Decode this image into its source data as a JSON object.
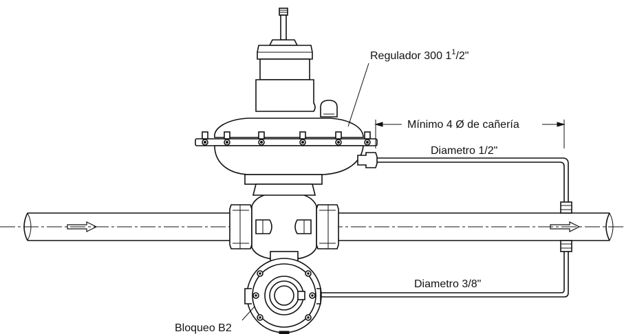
{
  "labels": {
    "regulator_main": "Regulador 300 1",
    "regulator_sup": "1",
    "regulator_tail": "/2\"",
    "distance": "Mínimo 4 Ø de cañería",
    "pipe_upper": "Diametro 1/2\"",
    "pipe_lower": "Diametro 3/8\"",
    "block": "Bloqueo B2"
  }
}
